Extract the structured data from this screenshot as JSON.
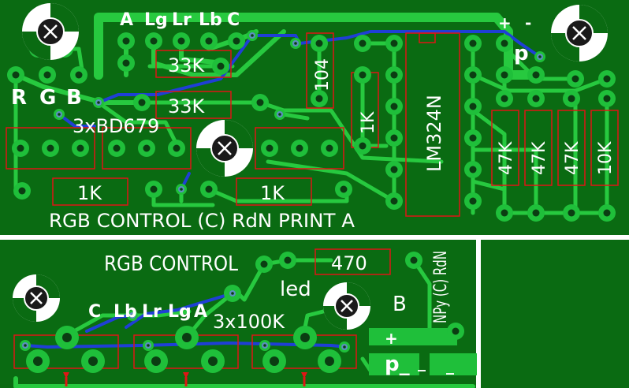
{
  "colors": {
    "board": "#0a6b12",
    "copper": "#1fbf3a",
    "trace": "#27c93f",
    "pad_hole": "#0b3d12",
    "blue_trace": "#1f3fd6",
    "red_outline": "#e01515",
    "silk": "#ffffff",
    "blue_via": "#5b8fbf"
  },
  "top_board": {
    "connector_labels": [
      "A",
      "Lg",
      "Lr",
      "Lb",
      "C"
    ],
    "rgb_letters": [
      "R",
      "G",
      "B"
    ],
    "transistors_label": "3xBD679",
    "resistors": [
      "33K",
      "33K",
      "1K",
      "1K",
      "1K",
      "47K",
      "47K",
      "47K",
      "10K"
    ],
    "capacitor": "104",
    "ic": "LM324N",
    "power": {
      "plus": "+",
      "minus": "-",
      "p": "p"
    },
    "footer": "RGB CONTROL (C) RdN PRINT A"
  },
  "bottom_board": {
    "title": "RGB CONTROL",
    "resistor": "470",
    "led": "led",
    "pots": "3x100K",
    "connector_labels": [
      "C",
      "Lb",
      "Lr",
      "Lg",
      "A"
    ],
    "b_label": "B",
    "credit": "NPy (C) RdN",
    "power": {
      "plus": "+",
      "p": "p_",
      "dash1": "_",
      "dash2": "_"
    }
  }
}
